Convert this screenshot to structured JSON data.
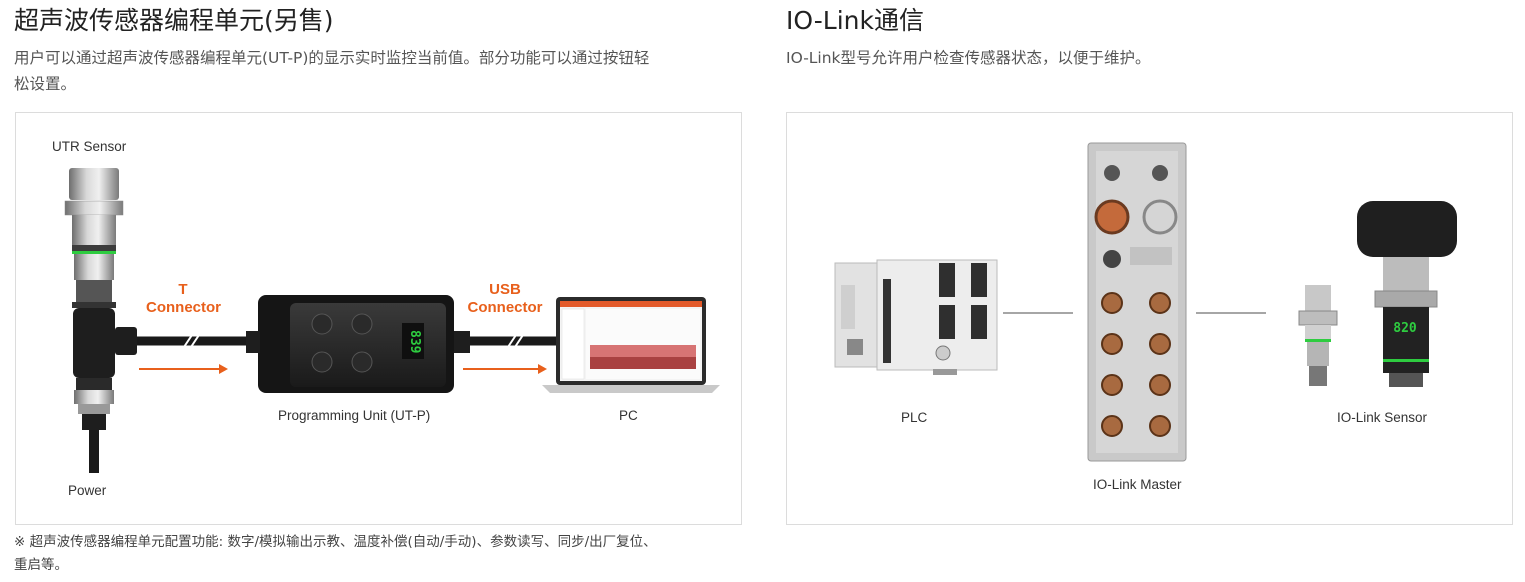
{
  "left": {
    "title": "超声波传感器编程单元(另售)",
    "desc_line1": "用户可以通过超声波传感器编程单元(UT-P)的显示实时监控当前值。部分功能可以通过按钮轻",
    "desc_line2": "松设置。",
    "figure": {
      "utr_sensor": "UTR Sensor",
      "t_label": "T",
      "t_connector": "Connector",
      "usb_label": "USB",
      "usb_connector": "Connector",
      "programming_unit": "Programming Unit (UT-P)",
      "pc": "PC",
      "power": "Power",
      "display_value": "839"
    },
    "note_line1": "※ 超声波传感器编程单元配置功能: 数字/模拟输出示教、温度补偿(自动/手动)、参数读写、同步/出厂复位、",
    "note_line2": "重启等。"
  },
  "right": {
    "title": "IO-Link通信",
    "desc": "IO-Link型号允许用户检查传感器状态，以便于维护。",
    "figure": {
      "plc": "PLC",
      "master": "IO-Link Master",
      "sensor": "IO-Link Sensor",
      "sensor_display": "820"
    }
  },
  "colors": {
    "accent_orange": "#e8601c",
    "led_green": "#2ecc40",
    "border": "#dcdcdc"
  }
}
